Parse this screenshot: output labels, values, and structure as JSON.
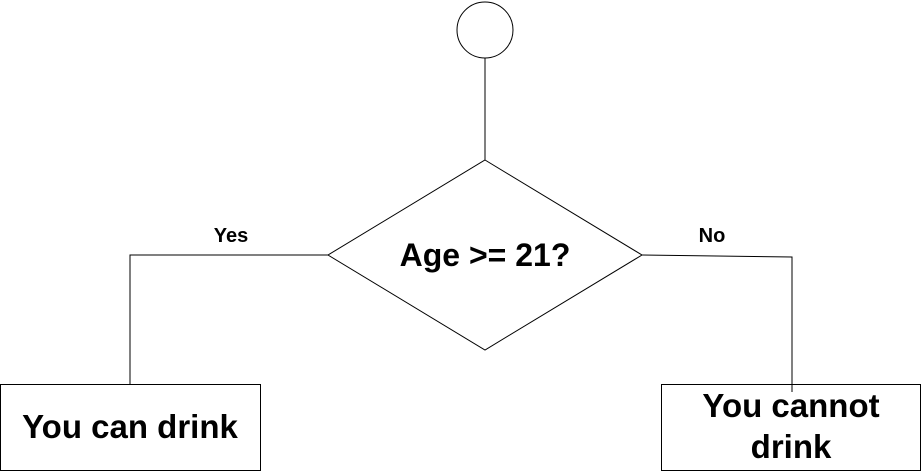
{
  "flowchart": {
    "decision": {
      "text": "Age >= 21?"
    },
    "branches": {
      "yes_label": "Yes",
      "no_label": "No"
    },
    "outcomes": {
      "yes_box": {
        "lines": [
          "You can drink"
        ]
      },
      "no_box": {
        "lines": [
          "You cannot",
          "drink"
        ]
      }
    }
  }
}
